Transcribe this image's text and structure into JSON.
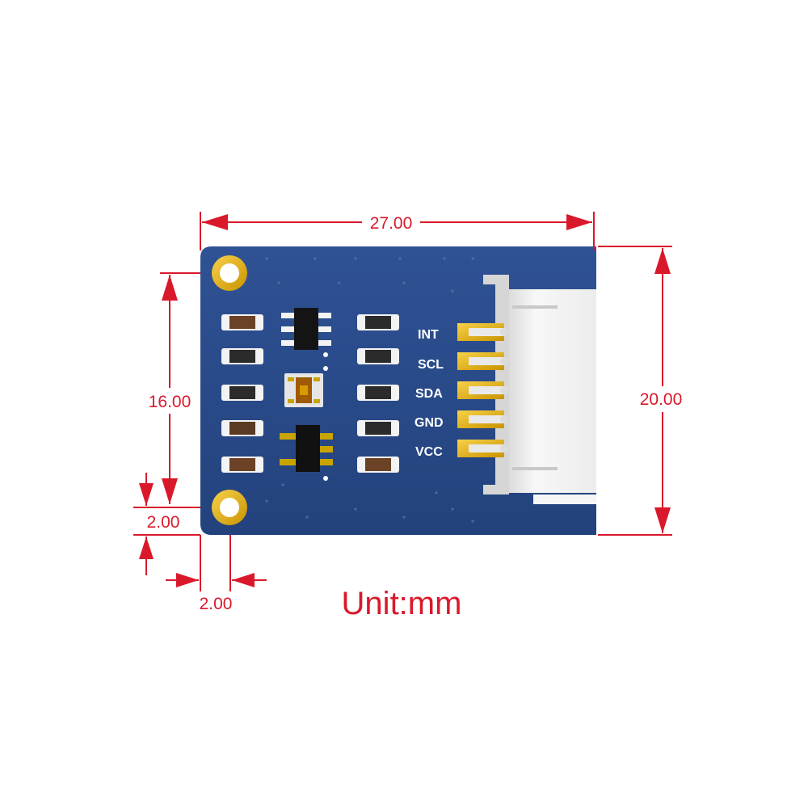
{
  "dimensions": {
    "width": "27.00",
    "height": "20.00",
    "hole_spacing": "16.00",
    "hole_offset_y": "2.00",
    "hole_offset_x": "2.00"
  },
  "pins": [
    "INT",
    "SCL",
    "SDA",
    "GND",
    "VCC"
  ],
  "unit_label": "Unit:mm",
  "colors": {
    "dimension": "#d9192b",
    "pcb": "#2a4a8a",
    "gold": "#e8b000",
    "connector": "#f0f0f0"
  }
}
